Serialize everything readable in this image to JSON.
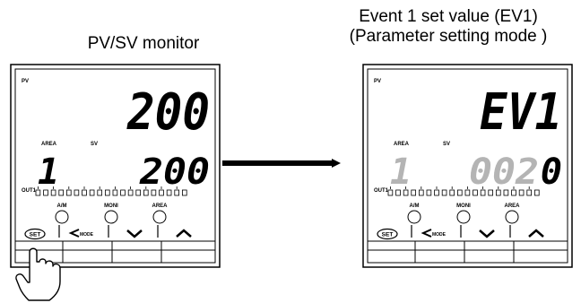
{
  "captions": {
    "left": "PV/SV monitor",
    "right_line1": "Event 1 set value (EV1)",
    "right_line2": "(Parameter setting mode )"
  },
  "left_panel": {
    "pv_label": "PV",
    "pv_value": "200",
    "area_label": "AREA",
    "area_value": "1",
    "sv_label": "SV",
    "sv_value": "200",
    "out_label": "OUT1",
    "lamps": [
      "A/M",
      "MONI",
      "AREA"
    ],
    "buttons": [
      "SET",
      "MODE"
    ]
  },
  "right_panel": {
    "pv_label": "PV",
    "pv_value": "EV1",
    "area_label": "AREA",
    "area_value": "1",
    "sv_label": "SV",
    "sv_value_dim": "002",
    "sv_value_bright": "0",
    "out_label": "OUT1",
    "lamps": [
      "A/M",
      "MONI",
      "AREA"
    ],
    "buttons": [
      "SET",
      "MODE"
    ]
  },
  "colors": {
    "dim_segment": "#b4b4b4",
    "line": "#000000"
  }
}
